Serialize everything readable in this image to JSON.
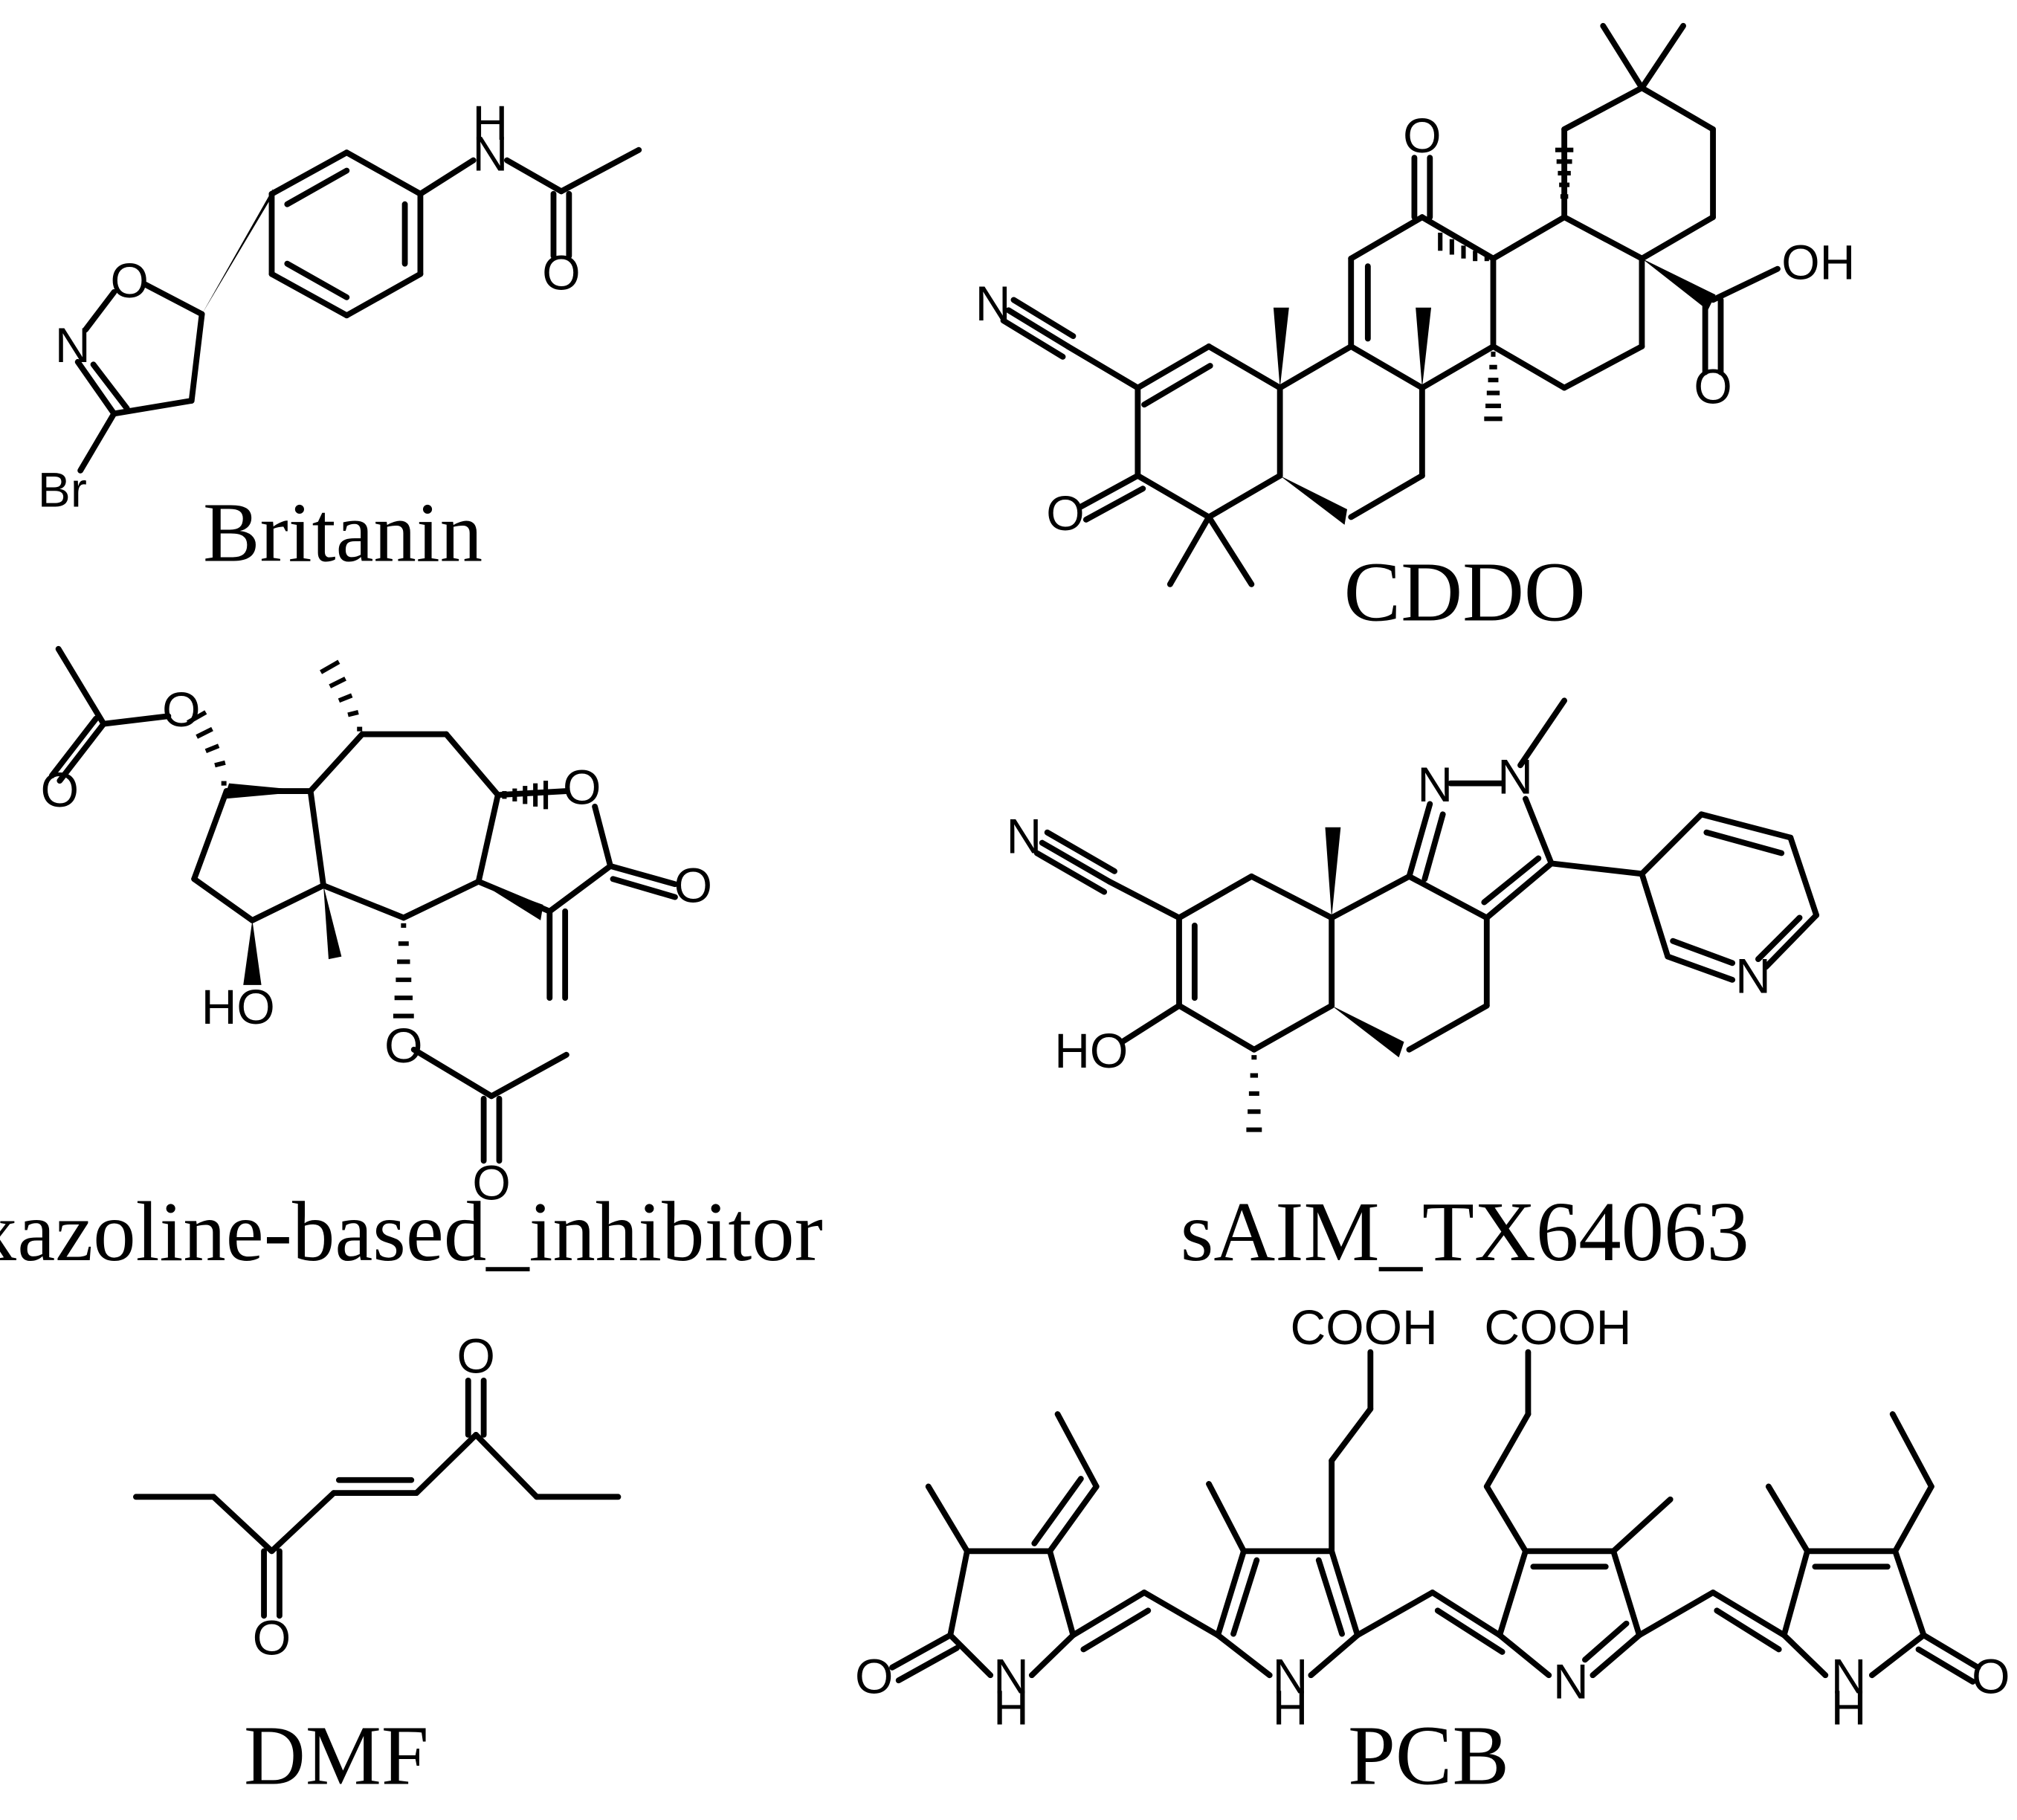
{
  "molecules": [
    {
      "name": "Britanin",
      "atoms": [
        "H",
        "N",
        "O",
        "O",
        "N",
        "Br"
      ]
    },
    {
      "name": "CDDO",
      "atoms": [
        "O",
        "N",
        "OH",
        "O",
        "O"
      ]
    },
    {
      "name": "Isoxazoline-based_inhibitor",
      "atoms": [
        "O",
        "O",
        "O",
        "O",
        "HO",
        "O",
        "O"
      ]
    },
    {
      "name": "sAIM_TX64063",
      "atoms": [
        "N",
        "N",
        "N",
        "HO",
        "N"
      ]
    },
    {
      "name": "DMF",
      "atoms": [
        "O",
        "O"
      ]
    },
    {
      "name": "PCB",
      "atoms": [
        "COOH",
        "COOH",
        "O",
        "N",
        "H",
        "N",
        "H",
        "N",
        "N",
        "H",
        "O"
      ]
    }
  ]
}
